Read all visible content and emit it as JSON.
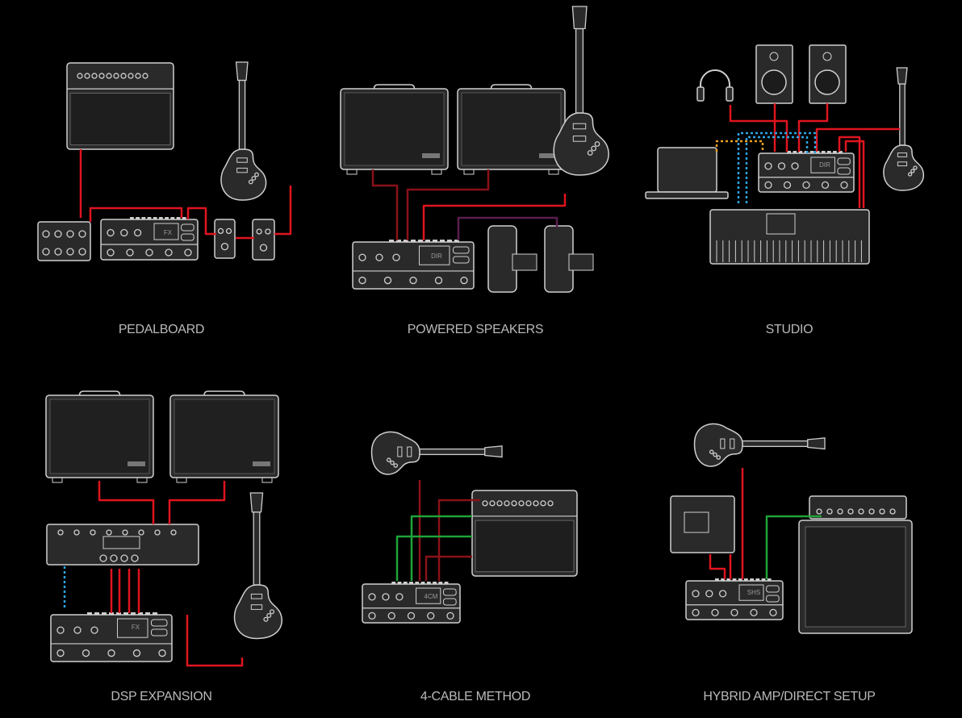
{
  "colors": {
    "background": "#000000",
    "outline": "#cfcfcf",
    "device_fill": "#2a2a2a",
    "signal": "#e0141e",
    "signal_dim": "#8a1218",
    "usb": "#e8a020",
    "digital": "#2ea3e0",
    "green": "#1fa33a",
    "purple": "#5a1e4e"
  },
  "panels": [
    {
      "label": "PEDALBOARD",
      "screen": "FX"
    },
    {
      "label": "POWERED SPEAKERS",
      "screen": "DIR"
    },
    {
      "label": "STUDIO",
      "screen": "DIR"
    },
    {
      "label": "DSP EXPANSION",
      "screen": "FX"
    },
    {
      "label": "4-CABLE METHOD",
      "screen": "4CM"
    },
    {
      "label": "HYBRID AMP/DIRECT SETUP",
      "screen": "SHS"
    }
  ]
}
